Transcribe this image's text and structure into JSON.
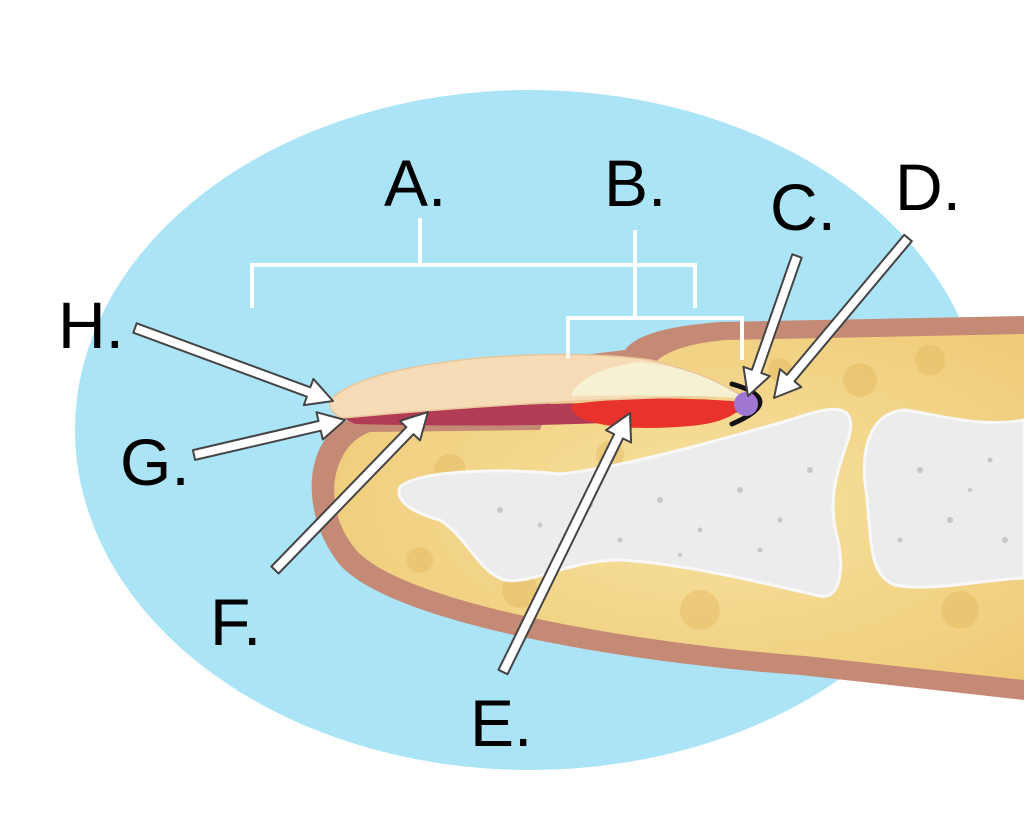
{
  "diagram": {
    "labels": {
      "a": "A.",
      "b": "B.",
      "c": "C.",
      "d": "D.",
      "e": "E.",
      "f": "F.",
      "g": "G.",
      "h": "H."
    }
  },
  "colors": {
    "background": "#ffffff",
    "callout": "#abe3f7",
    "skin_outline": "#c58a76",
    "skin_fill": "#f2d487",
    "bone": "#efefef",
    "nail_plate": "#f6dcb6",
    "nail_bed": "#b23c55",
    "matrix": "#e8332d",
    "lunula": "#f6f1d2",
    "cuticle_dot": "#9f77d3",
    "bracket": "#ffffff",
    "arrow_fill": "#ffffff",
    "arrow_stroke": "#444444"
  }
}
